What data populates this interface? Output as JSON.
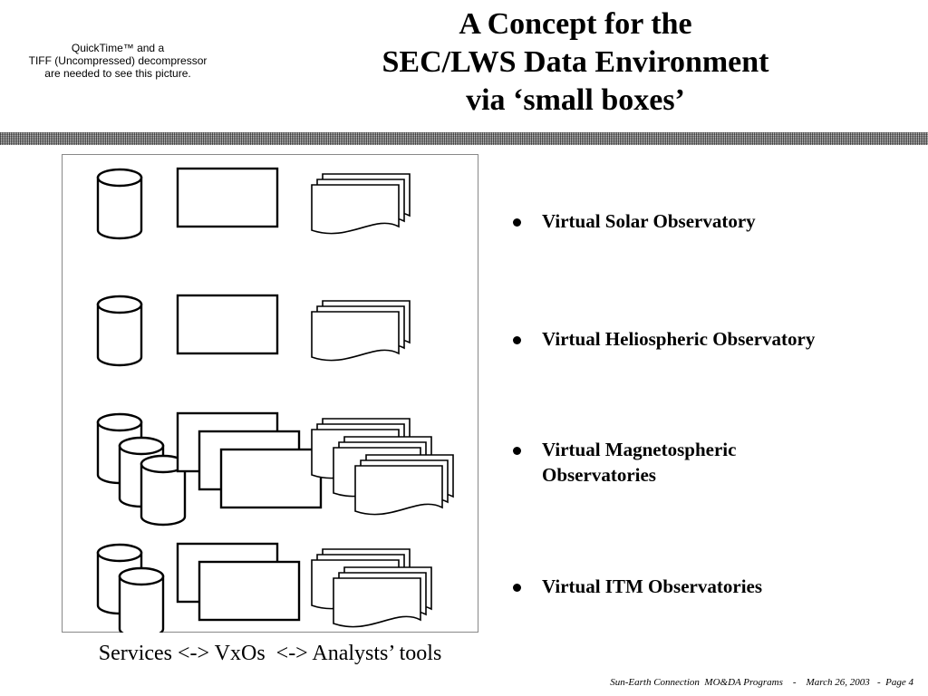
{
  "quicktime_notice": [
    "QuickTime™ and a",
    "TIFF (Uncompressed) decompressor",
    "are needed to see this picture."
  ],
  "title": [
    "A Concept for the",
    "SEC/LWS Data Environment",
    "via ‘small boxes’"
  ],
  "bullets": [
    [
      "Virtual Solar Observatory"
    ],
    [
      "Virtual Heliospheric Observatory"
    ],
    [
      "Virtual Magnetospheric",
      "Observatories"
    ],
    [
      "Virtual ITM Observatories"
    ]
  ],
  "diagram": {
    "caption": "Services <-> VxOs  <-> Analysts’ tools",
    "rows": [
      {
        "databases": 1,
        "screens": 1,
        "doc_stacks": 1
      },
      {
        "databases": 1,
        "screens": 1,
        "doc_stacks": 1
      },
      {
        "databases": 3,
        "screens": 3,
        "doc_stacks": 3
      },
      {
        "databases": 2,
        "screens": 2,
        "doc_stacks": 2
      }
    ]
  },
  "footer": "Sun-Earth Connection  MO&DA Programs    -    March 26, 2003   -  Page 4"
}
